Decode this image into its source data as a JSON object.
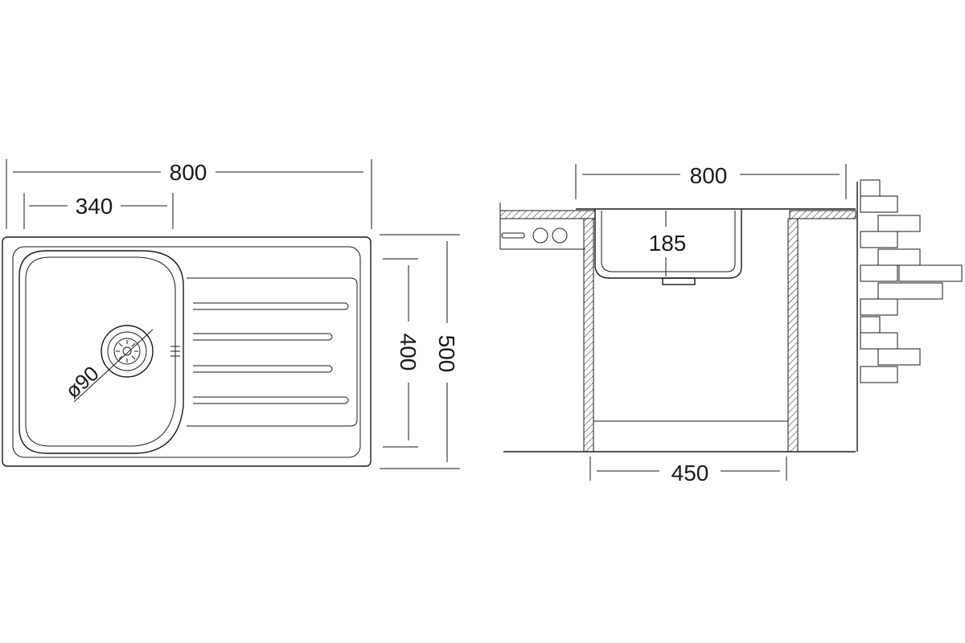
{
  "top_view": {
    "width_total": "800",
    "bowl_width": "340",
    "bowl_depth": "400",
    "depth_total": "500",
    "drain_diameter": "ø90"
  },
  "side_view": {
    "width_total": "800",
    "bowl_depth": "185",
    "cabinet_width": "450"
  },
  "colors": {
    "line": "#1a1a1a",
    "background": "#ffffff"
  }
}
